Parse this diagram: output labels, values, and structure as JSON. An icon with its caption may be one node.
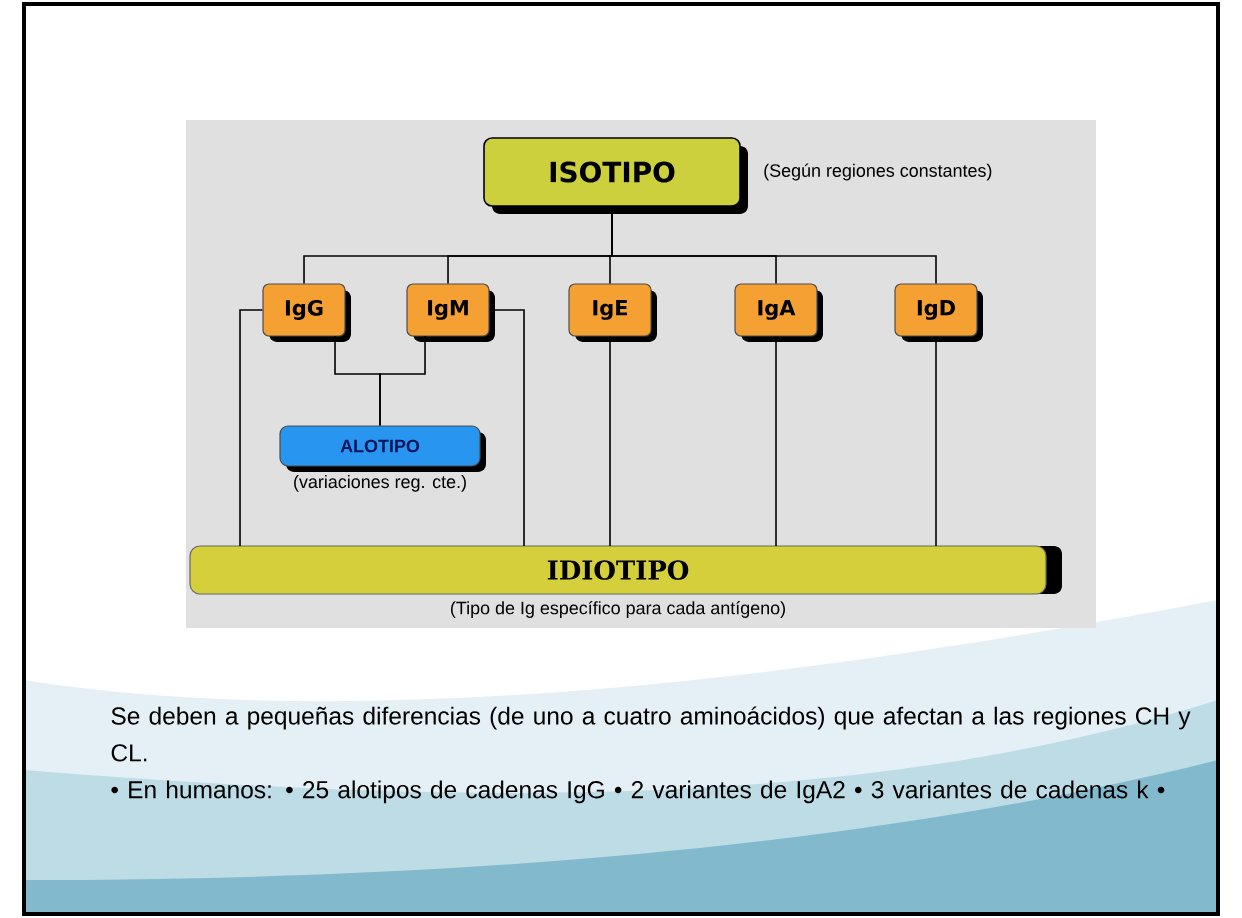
{
  "diagram": {
    "nodes": [
      {
        "text": [
          "ISOTIPO"
        ],
        "beside": [
          "(Según regiones constantes)"
        ]
      },
      {
        "text": [
          "IgG"
        ]
      },
      {
        "text": [
          "IgM"
        ]
      },
      {
        "text": [
          "IgE"
        ]
      },
      {
        "text": [
          "IgA"
        ]
      },
      {
        "text": [
          "IgD"
        ]
      },
      {
        "text": [
          "ALOTIPO"
        ],
        "beside": [
          "(variaciones reg. cte.)"
        ]
      },
      {
        "text": [
          "IDIOTIPO"
        ],
        "beside": [
          "(Tipo de Ig específico para cada antígeno)"
        ]
      }
    ],
    "edges": [
      {
        "from": 0,
        "to": 1,
        "arrow": "none"
      },
      {
        "from": 0,
        "to": 2,
        "arrow": "none"
      },
      {
        "from": 0,
        "to": 3,
        "arrow": "none"
      },
      {
        "from": 0,
        "to": 4,
        "arrow": "none"
      },
      {
        "from": 0,
        "to": 5,
        "arrow": "none"
      },
      {
        "from": 1,
        "to": 6,
        "arrow": "none"
      },
      {
        "from": 2,
        "to": 6,
        "arrow": "none"
      },
      {
        "from": 1,
        "to": 7,
        "arrow": "none"
      },
      {
        "from": 2,
        "to": 7,
        "arrow": "none"
      },
      {
        "from": 3,
        "to": 7,
        "arrow": "none"
      },
      {
        "from": 4,
        "to": 7,
        "arrow": "none"
      },
      {
        "from": 5,
        "to": 7,
        "arrow": "none"
      }
    ],
    "labels": [
      "Se deben a pequeñas diferencias (de uno a cuatro aminoácidos) que afectan a las regiones CH y CL.",
      "• En humanos: • 25 alotipos de cadenas IgG • 2 variantes de IgA2 • 3 variantes de cadenas k •"
    ]
  }
}
